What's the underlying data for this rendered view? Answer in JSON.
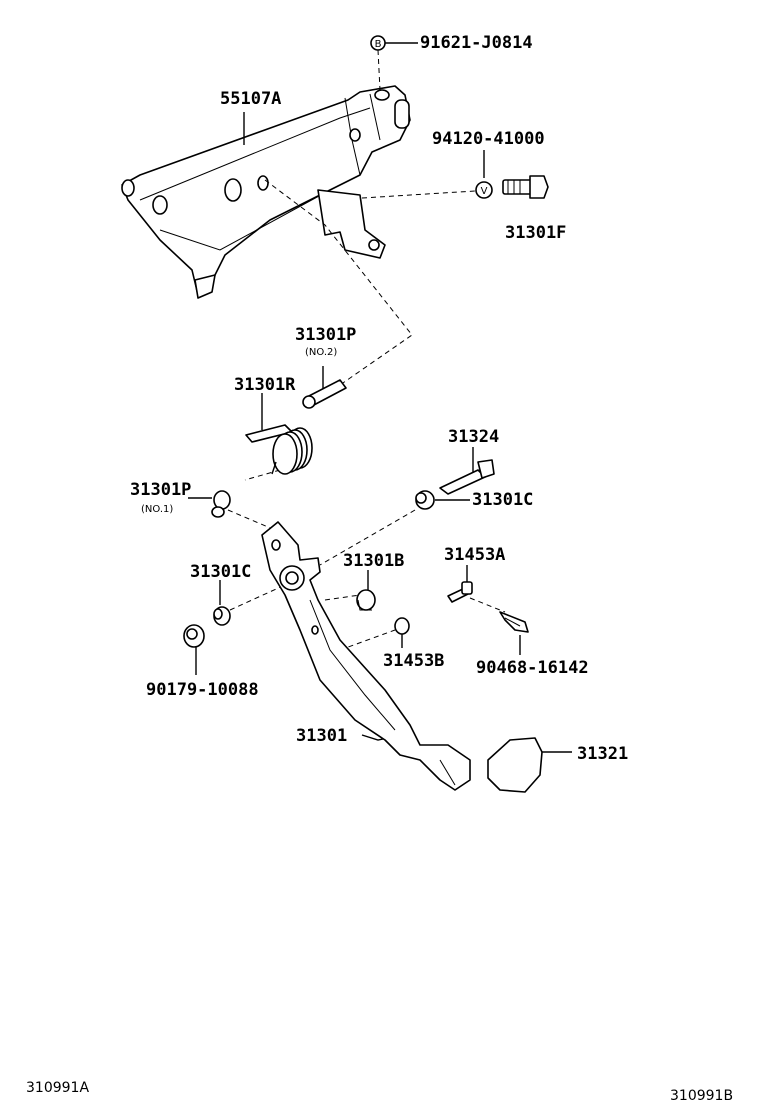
{
  "labels": {
    "p91621": "91621-J0814",
    "p55107a": "55107A",
    "p94120": "94120-41000",
    "p31301f": "31301F",
    "p31301p2": "31301P",
    "no2": "(NO.2)",
    "p31301r": "31301R",
    "p31324": "31324",
    "p31301p1": "31301P",
    "no1": "(NO.1)",
    "p31301c_top": "31301C",
    "p31453a": "31453A",
    "p31301b": "31301B",
    "p31301c_left": "31301C",
    "p31453b": "31453B",
    "p90468": "90468-16142",
    "p90179": "90179-10088",
    "p31301": "31301",
    "p31321": "31321",
    "marker_b": "B",
    "marker_v": "V"
  },
  "footer": {
    "left_code": "310991A",
    "right_code": "310991B"
  }
}
